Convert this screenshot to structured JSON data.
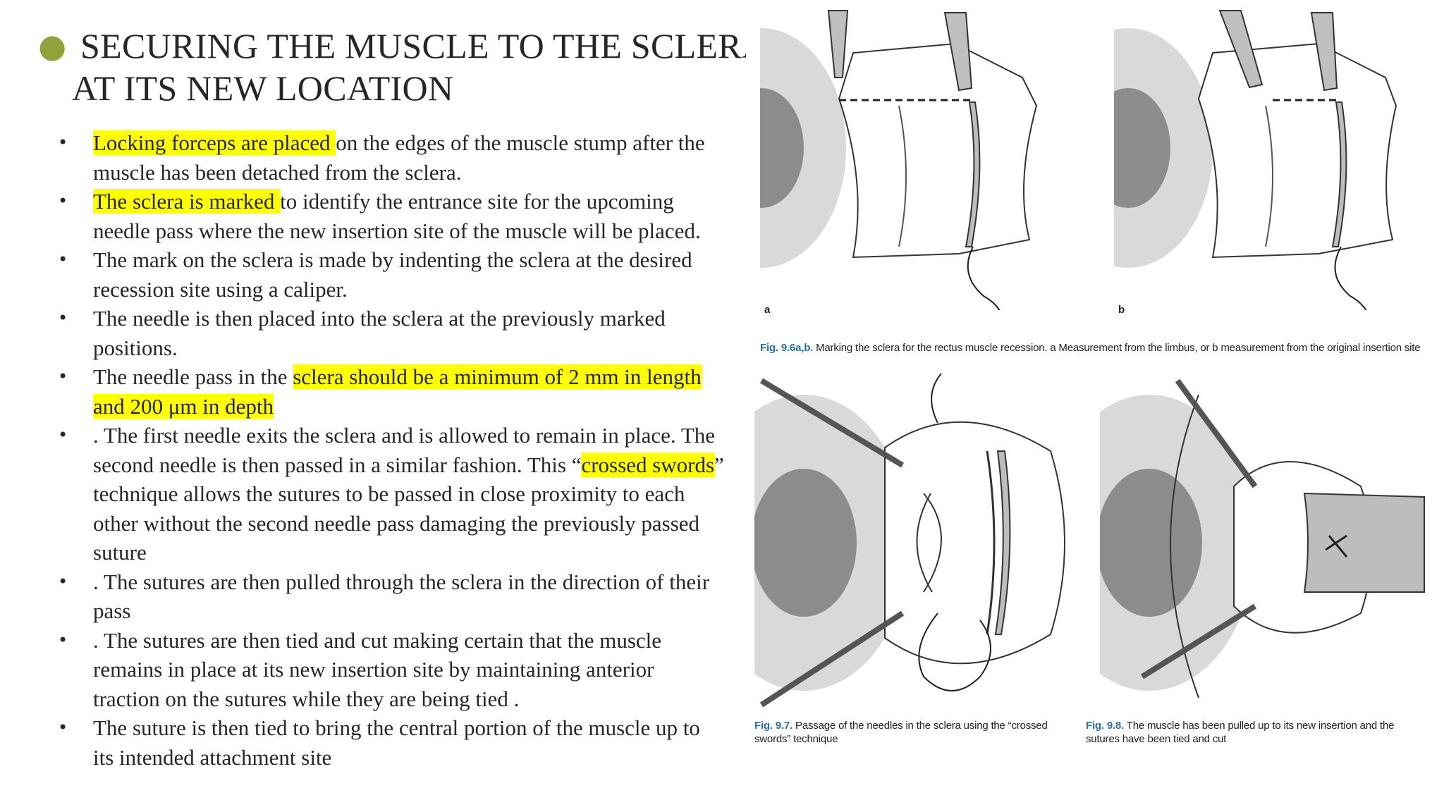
{
  "title": {
    "line1": "SECURING THE MUSCLE TO THE SCLERA",
    "line2": "AT ITS NEW LOCATION"
  },
  "bullets": [
    {
      "hl": "Locking forceps are placed ",
      "rest": "on the edges of  the muscle stump after the muscle has been detached from the sclera."
    },
    {
      "hl": "The sclera is marked ",
      "rest": "to identify the entrance site for the upcoming needle pass where the new insertion site of  the muscle will be placed."
    },
    {
      "plain": "The mark on the sclera is made by indenting the sclera at the desired recession site using a caliper."
    },
    {
      "plain": "The needle is then placed into the sclera at the previously marked positions."
    },
    {
      "pre": " The needle pass in the ",
      "hl": "sclera should be a minimum of  2 mm in length and 200 μm in depth "
    },
    {
      "plain": ". The first needle exits the sclera and is allowed to remain in place. The second needle is then passed in a similar fashion. This ",
      "q_open": "“",
      "hl": "crossed swords",
      "after": "” technique allows the sutures to be passed in close proximity to each other without the second needle pass damaging the previously passed suture"
    },
    {
      "plain": ". The sutures are then pulled through the sclera in the direction of  their pass"
    },
    {
      "plain": ". The sutures are then tied and cut making certain that the muscle remains in place at its new insertion site by maintaining anterior traction on the sutures while they are being tied ."
    },
    {
      "plain": "  The suture is then tied to bring the central portion of  the muscle up to its intended attachment site"
    }
  ],
  "figure": {
    "label_a": "a",
    "label_b": "b",
    "caption_96_fig": "Fig. 9.6a,b.",
    "caption_96_text": " Marking the sclera for the rectus muscle recession. a Measurement from the limbus, or b measurement from the original insertion site",
    "caption_97_fig": "Fig. 9.7.",
    "caption_97_text": " Passage of the needles in the sclera using the “crossed swords” technique",
    "caption_98_fig": "Fig. 9.8.",
    "caption_98_text": " The muscle has been pulled up to its new insertion and the sutures have been tied and cut"
  },
  "colors": {
    "bullet_accent": "#8fa33a",
    "highlight": "#ffff00",
    "caption_fig": "#2f6ea3"
  }
}
